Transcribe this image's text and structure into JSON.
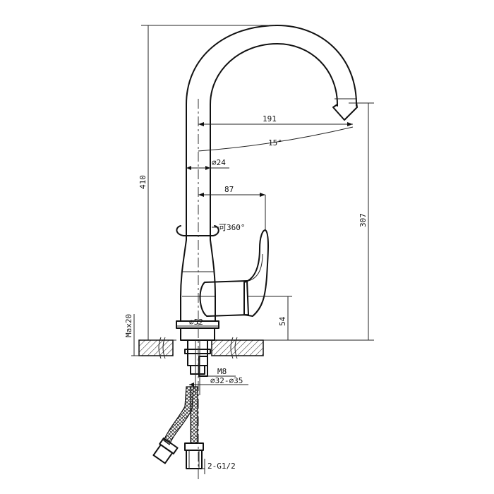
{
  "dimensions": {
    "total_height": "410",
    "outlet_height": "307",
    "spout_reach": "191",
    "spout_angle": "15°",
    "tube_diameter": "⌀24",
    "handle_reach": "87",
    "rotation": "可360°",
    "base_diameter": "⌀52",
    "handle_height": "54",
    "max_thickness": "Max20",
    "thread": "M8",
    "hole_diameter": "⌀32-⌀35",
    "hose_connection": "2-G1/2"
  },
  "colors": {
    "line": "#111111",
    "background": "#ffffff"
  }
}
